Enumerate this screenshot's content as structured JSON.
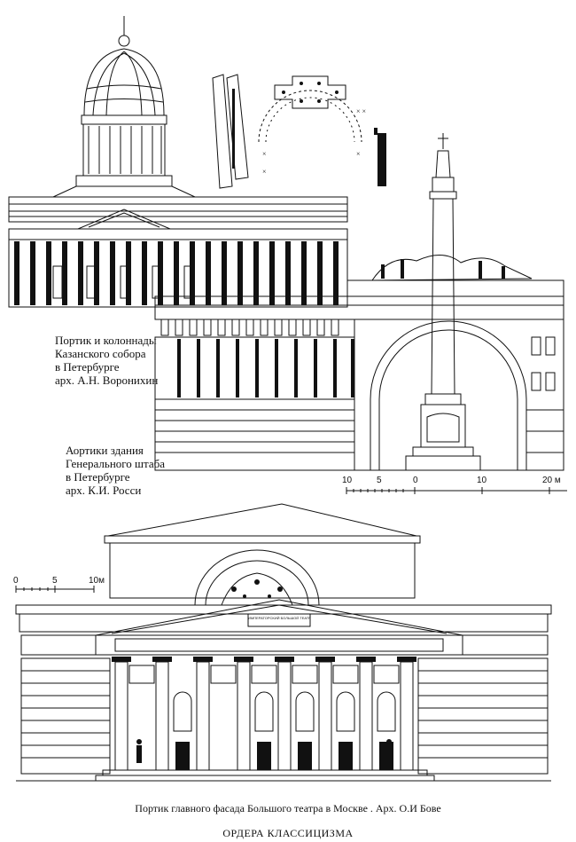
{
  "captions": {
    "kazan": [
      "Портик и колоннады",
      "Казанского собора",
      "в Петербурге",
      "арх. А.Н. Воронихин"
    ],
    "staff": [
      "Аортики здания",
      "Генерального штаба",
      "в Петербурге",
      "арх. К.И. Росси"
    ],
    "bolshoi": "Портик главного фасада Большого театра в Москве . Арх. О.И Бове",
    "title": "ОРДЕРА КЛАССИЦИЗМА"
  },
  "scales": {
    "staff": [
      "10",
      "5",
      "0",
      "10",
      "20 м"
    ],
    "bolshoi": [
      "0",
      "5",
      "10м"
    ]
  },
  "inscriptions": {
    "frieze": "ИМПЕРАТОРСКИЙ БОЛЬШОЙ ТЕАТР"
  }
}
